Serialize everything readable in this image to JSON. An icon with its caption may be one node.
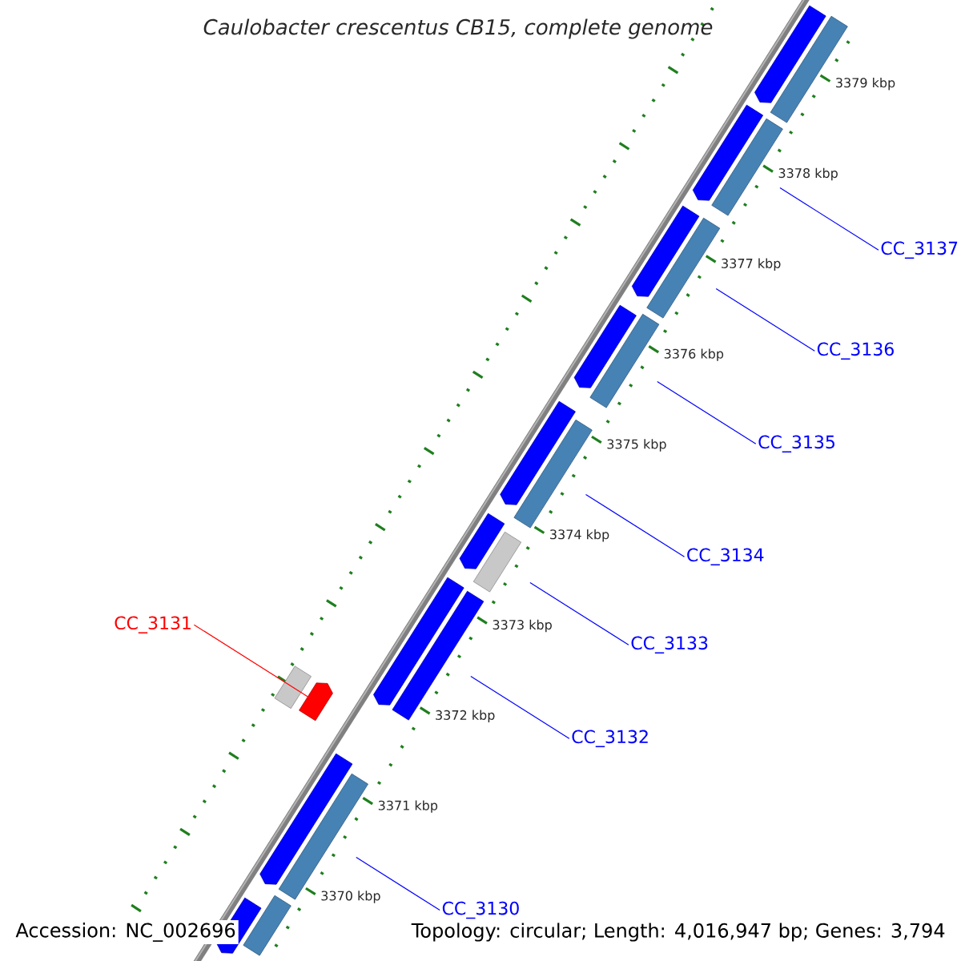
{
  "diagram": {
    "title": "Caulobacter crescentus CB15, complete genome",
    "nodes": [
      {
        "text": [
          "CC_3137"
        ]
      },
      {
        "text": [
          "CC_3136"
        ]
      },
      {
        "text": [
          "CC_3135"
        ]
      },
      {
        "text": [
          "CC_3134"
        ]
      },
      {
        "text": [
          "CC_3133"
        ]
      },
      {
        "text": [
          "CC_3131"
        ]
      },
      {
        "text": [
          "CC_3132"
        ]
      },
      {
        "text": [
          "CC_3130"
        ]
      },
      {
        "text": [],
        "shape": "bar"
      },
      {
        "text": [],
        "shape": "bar"
      },
      {
        "text": [],
        "shape": "bar"
      },
      {
        "text": [],
        "shape": "bar"
      },
      {
        "text": [],
        "shape": "bar"
      },
      {
        "text": [],
        "shape": "bar"
      },
      {
        "text": [],
        "shape": "bar"
      },
      {
        "text": [],
        "shape": "bar"
      },
      {
        "text": [],
        "shape": "bar"
      },
      {
        "text": [],
        "shape": "bar"
      },
      {
        "text": [],
        "shape": "bar"
      },
      {
        "text": [],
        "shape": "bar"
      },
      {
        "text": [],
        "shape": "bar"
      },
      {
        "text": [],
        "shape": "bar"
      },
      {
        "text": [],
        "shape": "bar"
      },
      {
        "text": [],
        "shape": "bar"
      },
      {
        "text": [],
        "shape": "bar"
      },
      {
        "text": [],
        "shape": "bar"
      },
      {
        "text": [],
        "shape": "bar"
      },
      {
        "text": [],
        "shape": "bar"
      }
    ],
    "edges": [
      {
        "from": 0,
        "to": 20,
        "arrow": "none"
      },
      {
        "from": 1,
        "to": 21,
        "arrow": "none"
      },
      {
        "from": 2,
        "to": 22,
        "arrow": "none"
      },
      {
        "from": 3,
        "to": 23,
        "arrow": "none"
      },
      {
        "from": 4,
        "to": 24,
        "arrow": "none"
      },
      {
        "from": 5,
        "to": 9,
        "arrow": "none",
        "color": "#ff0000"
      },
      {
        "from": 6,
        "to": 25,
        "arrow": "none"
      },
      {
        "from": 7,
        "to": 26,
        "arrow": "none"
      }
    ],
    "labels": [
      "3379 kbp",
      "3378 kbp",
      "3377 kbp",
      "3376 kbp",
      "3375 kbp",
      "3374 kbp",
      "3373 kbp",
      "3372 kbp",
      "3371 kbp",
      "3370 kbp",
      "Accession: NC_002696",
      "Topology: circular; Length: 4,016,947 bp; Genes: 3,794"
    ]
  }
}
